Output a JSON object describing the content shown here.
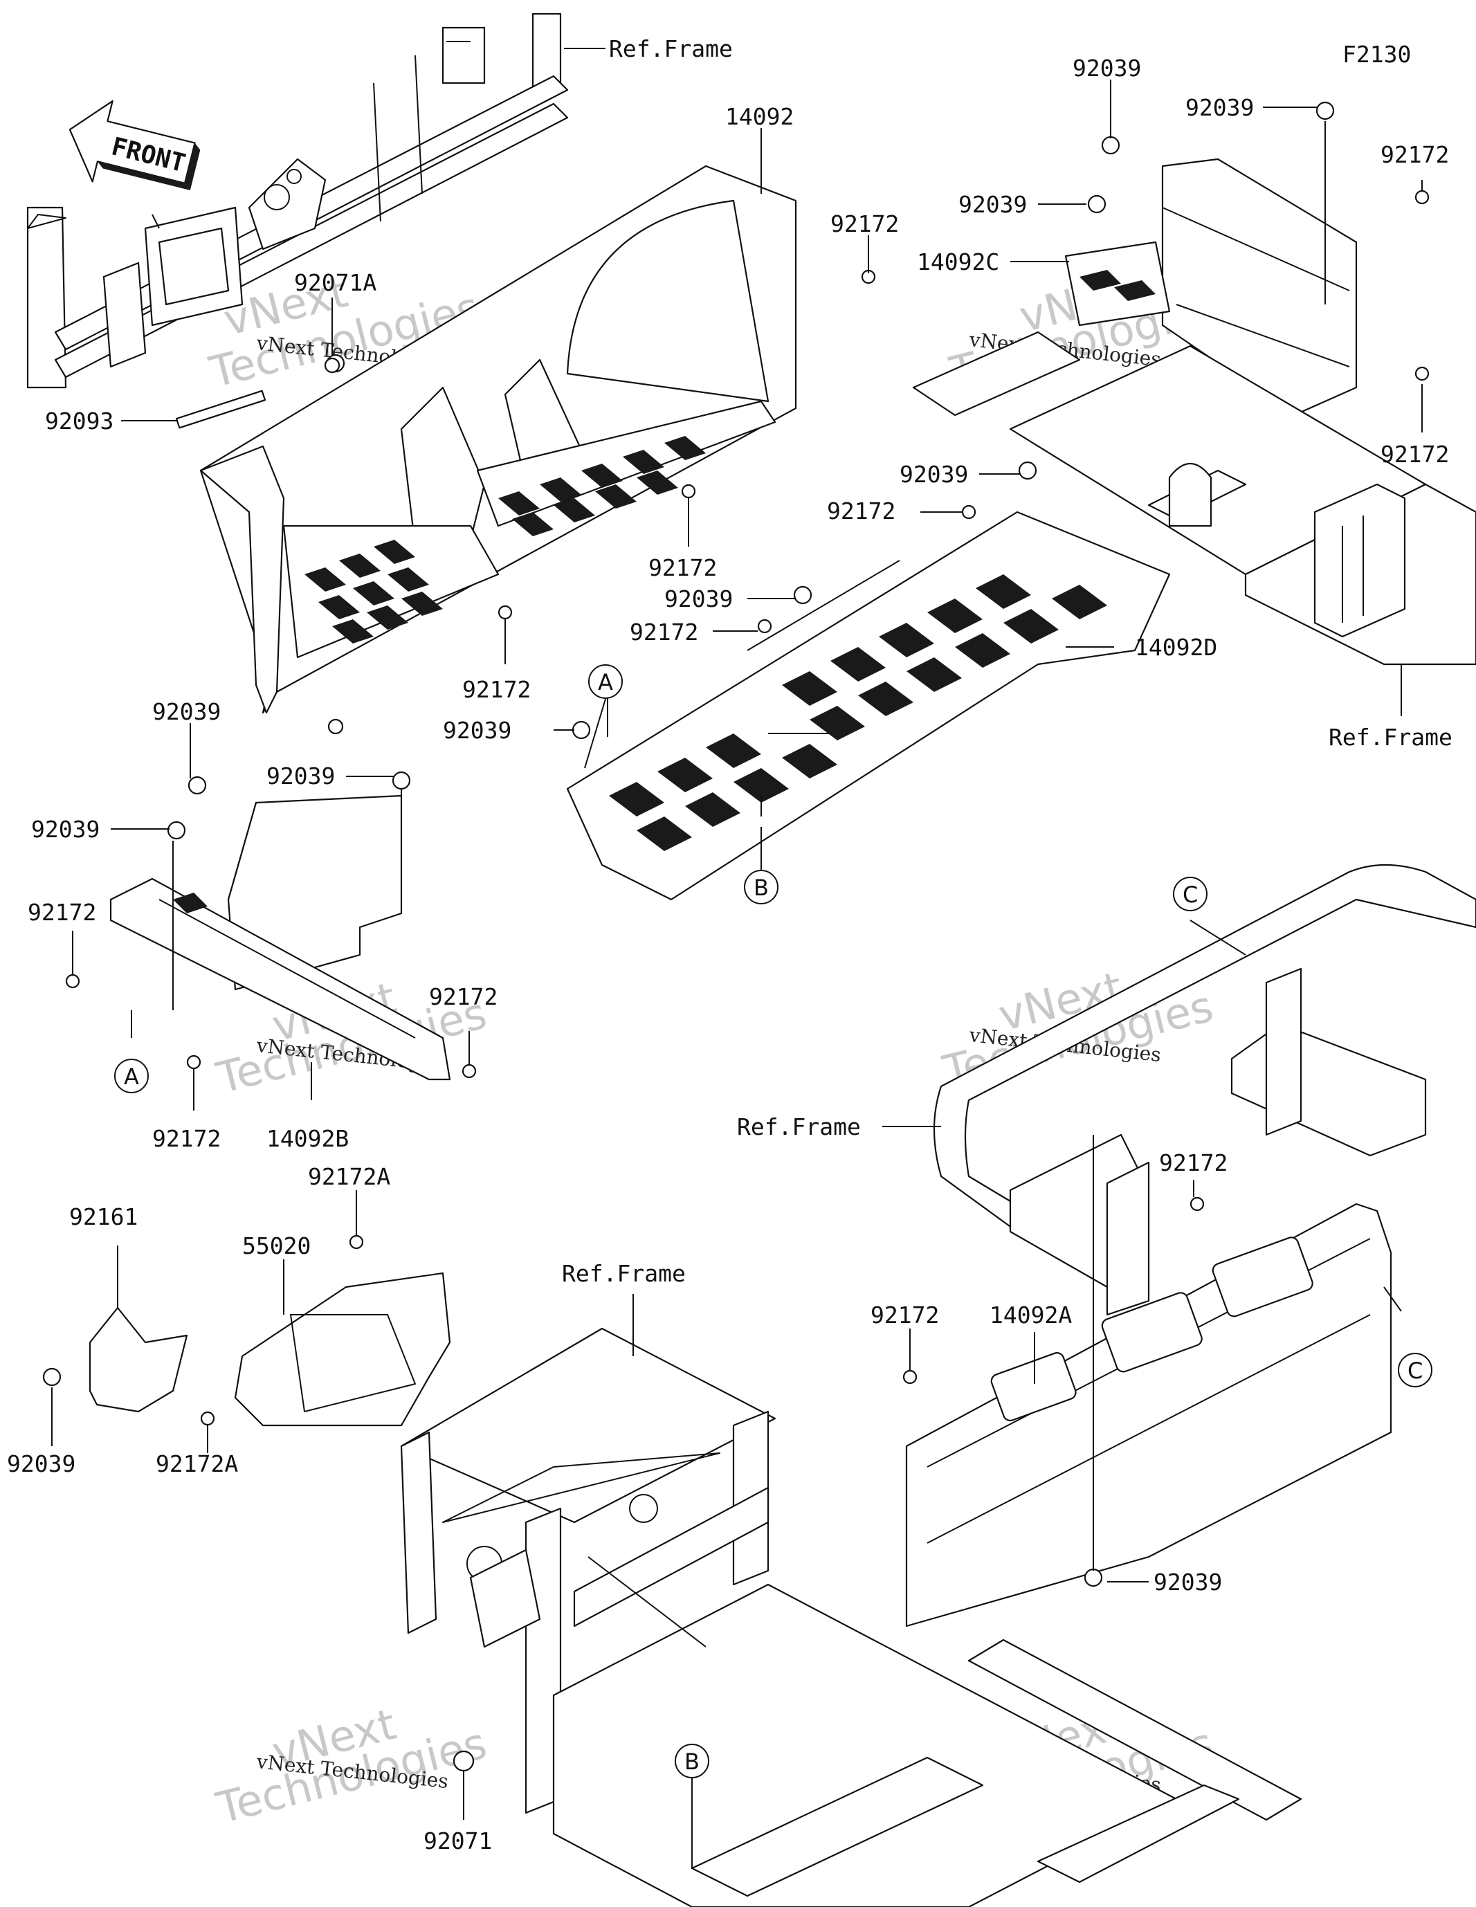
{
  "figure_code": "F2130",
  "front_arrow": "FRONT",
  "watermark": {
    "line1": "vNext",
    "line2": "Technologies",
    "caption": "vNext Technologies"
  },
  "ref_frame": "Ref.Frame",
  "parts": {
    "p14092": "14092",
    "p14092A": "14092A",
    "p14092B": "14092B",
    "p14092C": "14092C",
    "p14092D": "14092D",
    "p92039": "92039",
    "p92172": "92172",
    "p92172A": "92172A",
    "p92071": "92071",
    "p92071A": "92071A",
    "p92093": "92093",
    "p92161": "92161",
    "p55020": "55020"
  },
  "refs": {
    "a": "A",
    "b": "B",
    "c": "C"
  },
  "icons": {
    "front": "front-arrow-icon",
    "clip": "push-rivet-icon",
    "bolt": "bolt-icon"
  },
  "colors": {
    "ink": "#111111",
    "watermark": "#c8c8c8",
    "background": "#ffffff"
  }
}
